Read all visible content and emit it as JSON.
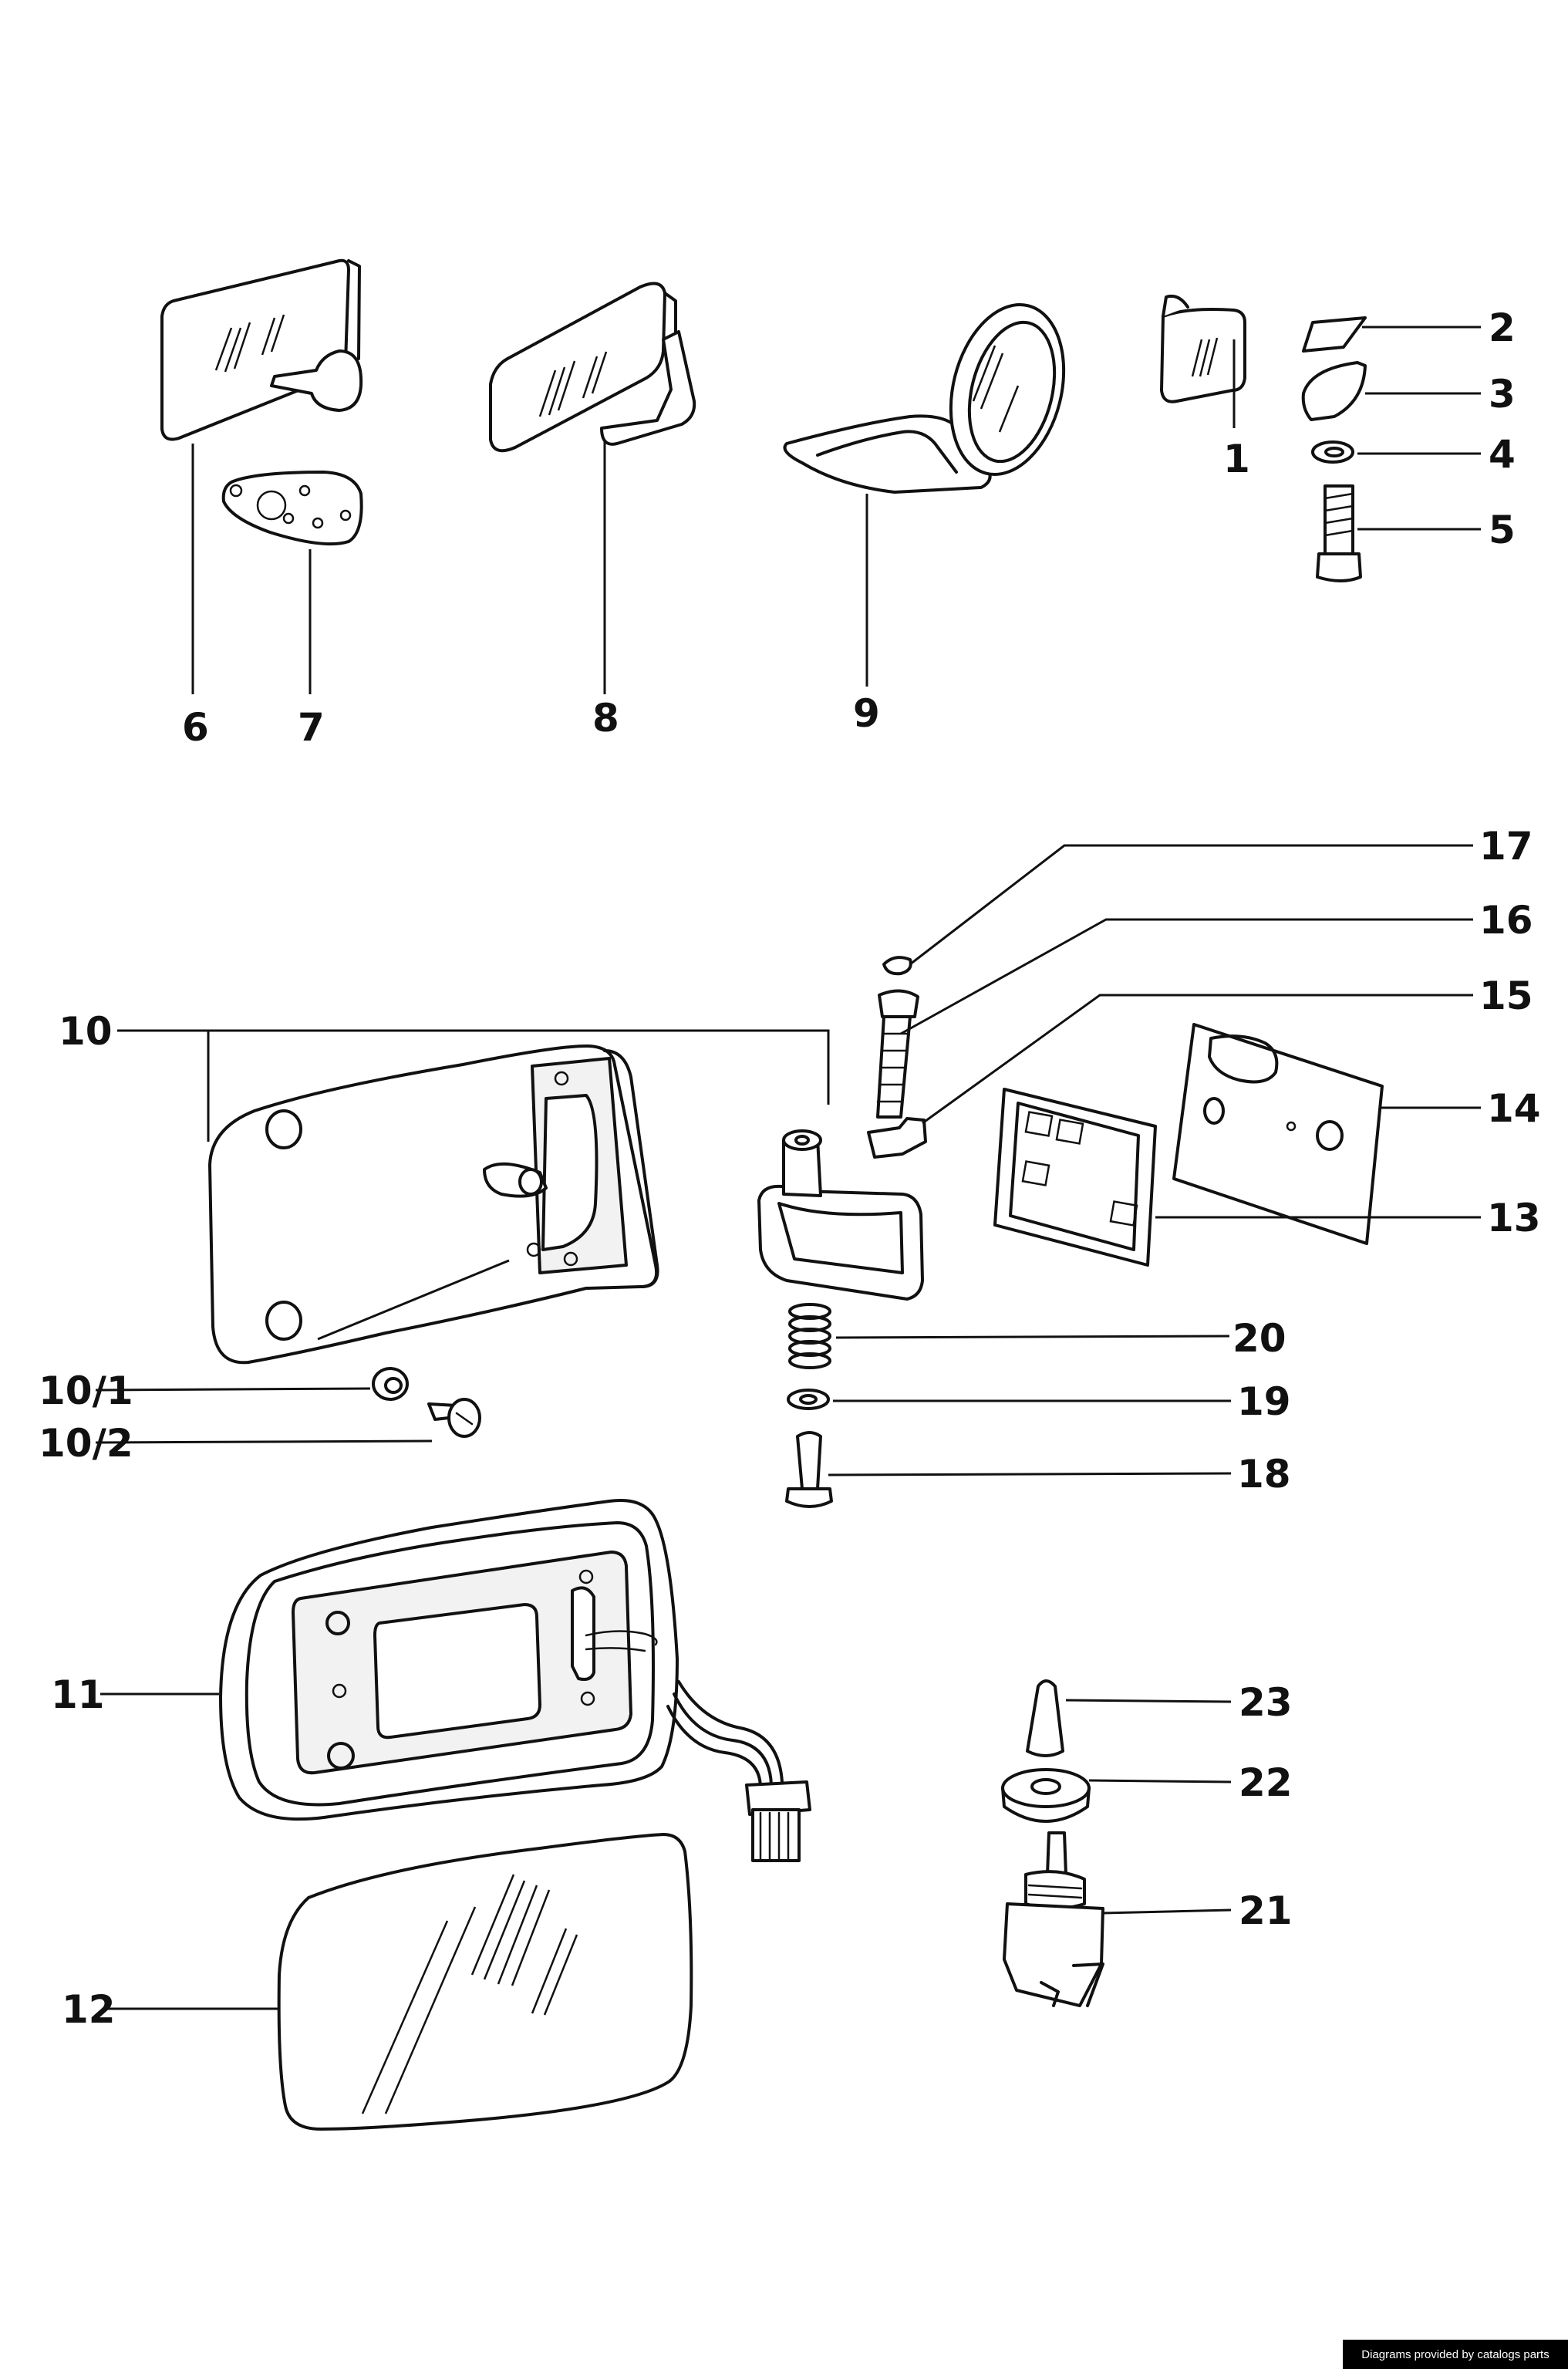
{
  "callouts": {
    "c1": "1",
    "c2": "2",
    "c3": "3",
    "c4": "4",
    "c5": "5",
    "c6": "6",
    "c7": "7",
    "c8": "8",
    "c9": "9",
    "c10": "10",
    "c10_1": "10/1",
    "c10_2": "10/2",
    "c11": "11",
    "c12": "12",
    "c13": "13",
    "c14": "14",
    "c15": "15",
    "c16": "16",
    "c17": "17",
    "c18": "18",
    "c19": "19",
    "c20": "20",
    "c21": "21",
    "c22": "22",
    "c23": "23"
  },
  "footer": {
    "credit": "Diagrams provided by catalogs parts"
  },
  "colors": {
    "ink": "#111111",
    "background": "#ffffff",
    "credit_bg": "#000000",
    "credit_text": "#ffffff"
  }
}
